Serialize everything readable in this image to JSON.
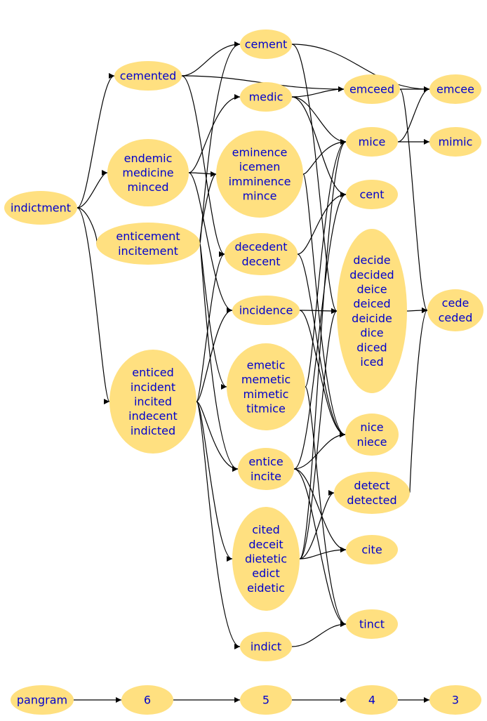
{
  "nodes": [
    {
      "id": "indictment",
      "lines": [
        "indictment"
      ]
    },
    {
      "id": "cemented",
      "lines": [
        "cemented"
      ]
    },
    {
      "id": "endemic",
      "lines": [
        "endemic",
        "medicine",
        "minced"
      ]
    },
    {
      "id": "enticement",
      "lines": [
        "enticement",
        "incitement"
      ]
    },
    {
      "id": "enticed",
      "lines": [
        "enticed",
        "incident",
        "incited",
        "indecent",
        "indicted"
      ]
    },
    {
      "id": "cement",
      "lines": [
        "cement"
      ]
    },
    {
      "id": "medic",
      "lines": [
        "medic"
      ]
    },
    {
      "id": "eminence",
      "lines": [
        "eminence",
        "icemen",
        "imminence",
        "mince"
      ]
    },
    {
      "id": "decedent",
      "lines": [
        "decedent",
        "decent"
      ]
    },
    {
      "id": "incidence",
      "lines": [
        "incidence"
      ]
    },
    {
      "id": "emetic",
      "lines": [
        "emetic",
        "memetic",
        "mimetic",
        "titmice"
      ]
    },
    {
      "id": "entice",
      "lines": [
        "entice",
        "incite"
      ]
    },
    {
      "id": "cited",
      "lines": [
        "cited",
        "deceit",
        "dietetic",
        "edict",
        "eidetic"
      ]
    },
    {
      "id": "indict",
      "lines": [
        "indict"
      ]
    },
    {
      "id": "emceed",
      "lines": [
        "emceed"
      ]
    },
    {
      "id": "mice",
      "lines": [
        "mice"
      ]
    },
    {
      "id": "cent",
      "lines": [
        "cent"
      ]
    },
    {
      "id": "decide",
      "lines": [
        "decide",
        "decided",
        "deice",
        "deiced",
        "deicide",
        "dice",
        "diced",
        "iced"
      ]
    },
    {
      "id": "nice",
      "lines": [
        "nice",
        "niece"
      ]
    },
    {
      "id": "detect",
      "lines": [
        "detect",
        "detected"
      ]
    },
    {
      "id": "cite",
      "lines": [
        "cite"
      ]
    },
    {
      "id": "tinct",
      "lines": [
        "tinct"
      ]
    },
    {
      "id": "emcee",
      "lines": [
        "emcee"
      ]
    },
    {
      "id": "mimic",
      "lines": [
        "mimic"
      ]
    },
    {
      "id": "cede",
      "lines": [
        "cede",
        "ceded"
      ]
    },
    {
      "id": "pangram",
      "lines": [
        "pangram"
      ]
    },
    {
      "id": "n6",
      "lines": [
        "6"
      ]
    },
    {
      "id": "n5",
      "lines": [
        "5"
      ]
    },
    {
      "id": "n4",
      "lines": [
        "4"
      ]
    },
    {
      "id": "n3",
      "lines": [
        "3"
      ]
    }
  ],
  "edges": [
    [
      "indictment",
      "cemented"
    ],
    [
      "indictment",
      "endemic"
    ],
    [
      "indictment",
      "enticement"
    ],
    [
      "indictment",
      "enticed"
    ],
    [
      "cemented",
      "cement"
    ],
    [
      "cemented",
      "emceed"
    ],
    [
      "cemented",
      "decedent"
    ],
    [
      "endemic",
      "medic"
    ],
    [
      "endemic",
      "eminence"
    ],
    [
      "endemic",
      "incidence"
    ],
    [
      "enticement",
      "cement"
    ],
    [
      "enticement",
      "eminence"
    ],
    [
      "enticement",
      "emetic"
    ],
    [
      "enticement",
      "entice"
    ],
    [
      "enticed",
      "decedent"
    ],
    [
      "enticed",
      "incidence"
    ],
    [
      "enticed",
      "entice"
    ],
    [
      "enticed",
      "cited"
    ],
    [
      "enticed",
      "indict"
    ],
    [
      "cement",
      "emcee"
    ],
    [
      "cement",
      "decide"
    ],
    [
      "medic",
      "emceed"
    ],
    [
      "medic",
      "mice"
    ],
    [
      "medic",
      "cent"
    ],
    [
      "eminence",
      "mice"
    ],
    [
      "eminence",
      "nice"
    ],
    [
      "decedent",
      "cent"
    ],
    [
      "decedent",
      "nice"
    ],
    [
      "incidence",
      "decide"
    ],
    [
      "incidence",
      "nice"
    ],
    [
      "emetic",
      "mice"
    ],
    [
      "emetic",
      "tinct"
    ],
    [
      "entice",
      "cent"
    ],
    [
      "entice",
      "nice"
    ],
    [
      "entice",
      "cite"
    ],
    [
      "entice",
      "tinct"
    ],
    [
      "cited",
      "decide"
    ],
    [
      "cited",
      "detect"
    ],
    [
      "cited",
      "cite"
    ],
    [
      "cited",
      "mice"
    ],
    [
      "indict",
      "tinct"
    ],
    [
      "emceed",
      "emcee"
    ],
    [
      "emceed",
      "cede"
    ],
    [
      "mice",
      "emcee"
    ],
    [
      "mice",
      "mimic"
    ],
    [
      "decide",
      "cede"
    ],
    [
      "detect",
      "cede"
    ],
    [
      "pangram",
      "n6"
    ],
    [
      "n6",
      "n5"
    ],
    [
      "n5",
      "n4"
    ],
    [
      "n4",
      "n3"
    ]
  ],
  "colors": {
    "node_fill": "#ffe080",
    "label": "#0000cc",
    "edge": "#000000"
  }
}
